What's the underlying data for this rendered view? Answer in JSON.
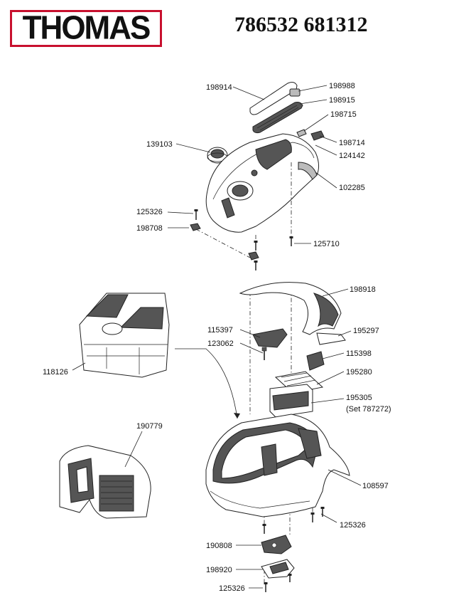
{
  "header": {
    "brand": "THOMAS",
    "codes": "786532 681312"
  },
  "parts": [
    {
      "id": "p198914",
      "number": "198914"
    },
    {
      "id": "p198988",
      "number": "198988"
    },
    {
      "id": "p198915",
      "number": "198915"
    },
    {
      "id": "p198715",
      "number": "198715"
    },
    {
      "id": "p198714",
      "number": "198714"
    },
    {
      "id": "p124142",
      "number": "124142"
    },
    {
      "id": "p139103",
      "number": "139103"
    },
    {
      "id": "p102285",
      "number": "102285"
    },
    {
      "id": "p125326a",
      "number": "125326"
    },
    {
      "id": "p198708",
      "number": "198708"
    },
    {
      "id": "p125710",
      "number": "125710"
    },
    {
      "id": "p198918",
      "number": "198918"
    },
    {
      "id": "p115397",
      "number": "115397"
    },
    {
      "id": "p195297",
      "number": "195297"
    },
    {
      "id": "p123062",
      "number": "123062"
    },
    {
      "id": "p115398",
      "number": "115398"
    },
    {
      "id": "p118126",
      "number": "118126"
    },
    {
      "id": "p195280",
      "number": "195280"
    },
    {
      "id": "p195305",
      "number": "195305"
    },
    {
      "id": "p195305set",
      "number": "(Set 787272)"
    },
    {
      "id": "p190779",
      "number": "190779"
    },
    {
      "id": "p108597",
      "number": "108597"
    },
    {
      "id": "p125326b",
      "number": "125326"
    },
    {
      "id": "p190808",
      "number": "190808"
    },
    {
      "id": "p198920",
      "number": "198920"
    },
    {
      "id": "p125326c",
      "number": "125326"
    }
  ]
}
